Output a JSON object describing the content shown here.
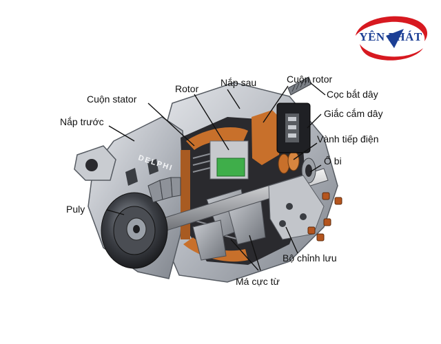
{
  "logo": {
    "text": "YÊN PHÁT",
    "primary_color": "#d71920",
    "text_color": "#1c3f95"
  },
  "labels": {
    "nap_truoc": "Nắp trước",
    "cuon_stator": "Cuộn stator",
    "rotor": "Rotor",
    "nap_sau": "Nắp sau",
    "cuon_rotor": "Cuộn rotor",
    "coc_bat_day": "Cọc bắt dây",
    "giac_cam_day": "Giắc cắm dây",
    "vanh_tiep_dien": "Vành tiếp điện",
    "o_bi": "Ổ bi",
    "puly": "Puly",
    "bo_chinh_luu": "Bộ chỉnh lưu",
    "ma_cuc_tu": "Má cực từ"
  },
  "brand_on_housing": "DELPHI",
  "colors": {
    "housing": "#b9bcc2",
    "copper": "#c8702b",
    "dark": "#2a2a2e",
    "green": "#3fae4a"
  }
}
